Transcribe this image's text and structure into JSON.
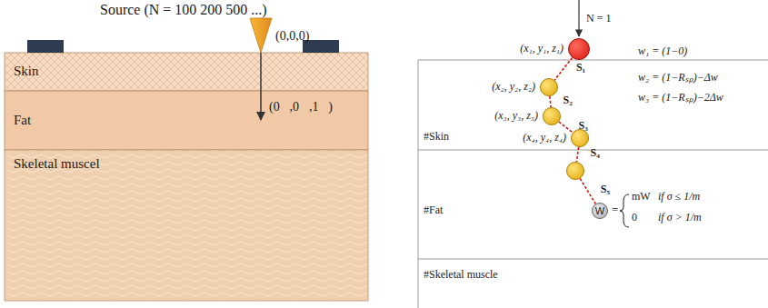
{
  "diagram": {
    "nodes": [
      {
        "text": [
          "Skin"
        ]
      },
      {
        "text": [
          "Fat"
        ]
      },
      {
        "text": [
          "Skeletal muscel"
        ]
      },
      {
        "text": [
          "#Skin"
        ]
      },
      {
        "text": [
          "#Fat"
        ]
      },
      {
        "text": [
          "#Skeletal muscle"
        ]
      },
      {
        "text": [
          "(x₁, y₁, z₁)"
        ]
      },
      {
        "text": [
          "(x₂, y₂, z₂)"
        ],
        "in": 3
      },
      {
        "text": [
          "(x₃, y₃, z₃)"
        ],
        "in": 3
      },
      {
        "text": [
          "(x₄, y₄, z₄)"
        ],
        "in": 3
      },
      {
        "text": [],
        "in": 4
      },
      {
        "text": [
          "W"
        ],
        "in": 4
      }
    ],
    "edges": [
      {
        "from": 6,
        "to": 7,
        "arrow": "none",
        "label": "S₁"
      },
      {
        "from": 7,
        "to": 8,
        "arrow": "none",
        "label": "S₂"
      },
      {
        "from": 8,
        "to": 9,
        "arrow": "none",
        "label": "S₃"
      },
      {
        "from": 9,
        "to": 10,
        "arrow": "none",
        "label": "S₄"
      },
      {
        "from": 10,
        "to": 11,
        "arrow": "none",
        "label": "S₅"
      }
    ],
    "labels": [
      "Source (N = 100 200 500 ...)",
      "(0,0,0)",
      "(0⃗,0⃗,1⃗)",
      "N = 1",
      "w₁ = (1−0)",
      "w₂ = (1−Rₛₚ)−Δw",
      "w₃ = (1−Rₛₚ)−2Δw",
      "=",
      "mW",
      "if σ ≤ 1/m",
      "0",
      "if σ > 1/m"
    ]
  }
}
